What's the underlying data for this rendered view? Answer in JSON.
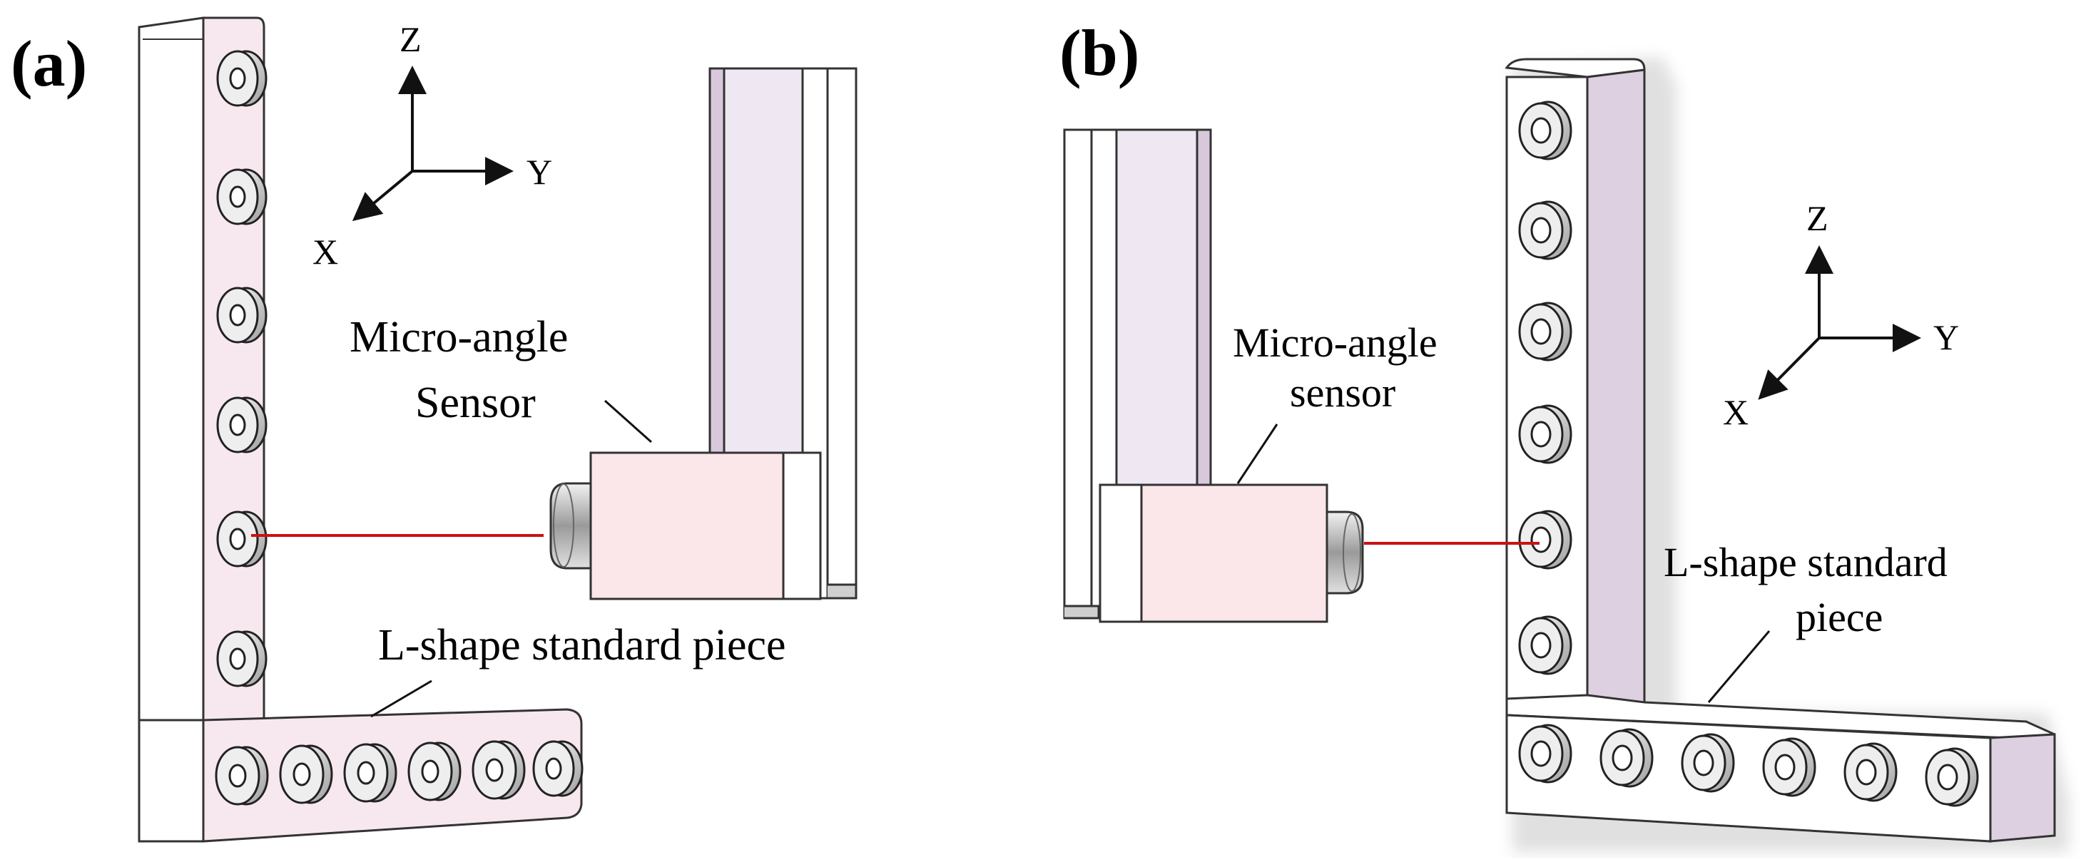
{
  "figure": {
    "panels": [
      {
        "id": "a",
        "label": "(a)",
        "axes": {
          "z": "Z",
          "y": "Y",
          "x": "X"
        },
        "sensor_label_line1": "Micro-angle",
        "sensor_label_line2": "Sensor",
        "piece_label": "L-shape standard piece"
      },
      {
        "id": "b",
        "label": "(b)",
        "axes": {
          "z": "Z",
          "y": "Y",
          "x": "X"
        },
        "sensor_label_line1": "Micro-angle",
        "sensor_label_line2": "sensor",
        "piece_label_line1": "L-shape standard",
        "piece_label_line2": "piece"
      }
    ]
  },
  "colors": {
    "piece_face": "#f7e8f0",
    "piece_side": "#ddd0e0",
    "sensor_body": "#fbe6e9",
    "laser": "#cc1111",
    "stroke": "#333333",
    "holder_face": "#efe8f2"
  }
}
